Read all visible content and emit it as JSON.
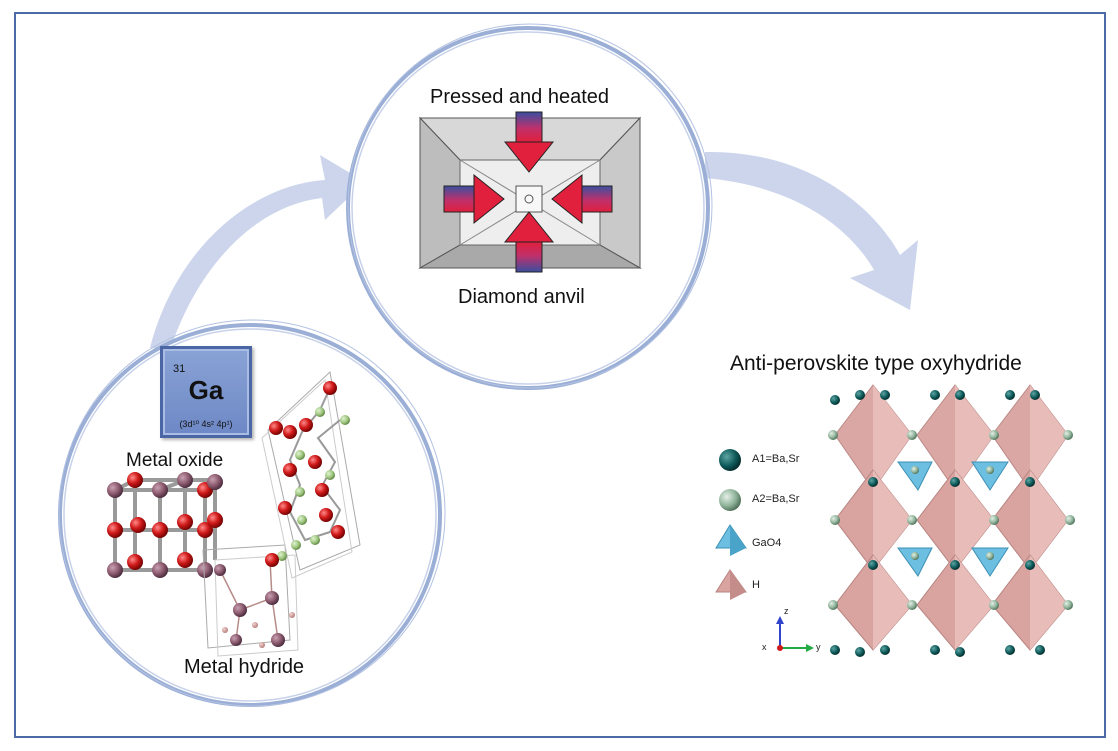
{
  "labels": {
    "pressed_heated": "Pressed and heated",
    "diamond_anvil": "Diamond anvil",
    "metal_oxide": "Metal oxide",
    "metal_hydride": "Metal hydride",
    "oxyhydride_title": "Anti-perovskite type oxyhydride"
  },
  "element_card": {
    "number": "31",
    "symbol": "Ga",
    "config": "(3d¹⁰ 4s² 4p¹)"
  },
  "legend": [
    {
      "label": "A1=Ba,Sr",
      "color": "#0e5a5a"
    },
    {
      "label": "A2=Ba,Sr",
      "color": "#7fa48a"
    },
    {
      "label": "GaO4",
      "color": "#5fb3d6"
    },
    {
      "label": "H",
      "color": "#d9a3a0"
    }
  ],
  "axes": {
    "z": "z",
    "x": "x",
    "y": "y"
  },
  "colors": {
    "frame": "#4a6aa8",
    "circle": "#9aaed6",
    "arrow": "#c9d3ea",
    "oxygen": "#d11a1a",
    "metal": "#8c5a6e",
    "hydrogen": "#a3c982",
    "octahedron": "#e3b3b0",
    "tetrahedron": "#6cbfe0"
  }
}
